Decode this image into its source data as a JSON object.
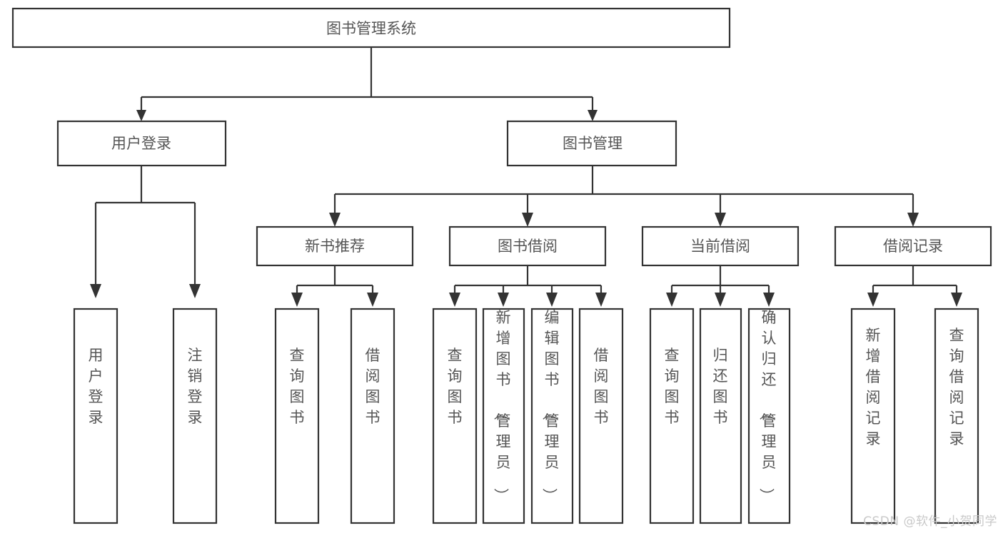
{
  "diagram": {
    "title": "图书管理系统",
    "type": "tree",
    "orientation": "top-down",
    "colors": {
      "box_stroke": "#333333",
      "box_fill": "#ffffff",
      "label_text": "#555555",
      "connector": "#333333",
      "watermark": "#c9c9c9",
      "background": "#ffffff"
    },
    "levels": {
      "root": {
        "label": "图书管理系统"
      },
      "level2": [
        {
          "label": "用户登录"
        },
        {
          "label": "图书管理"
        }
      ],
      "level3": [
        {
          "label": "新书推荐"
        },
        {
          "label": "图书借阅"
        },
        {
          "label": "当前借阅"
        },
        {
          "label": "借阅记录"
        }
      ],
      "leaves": {
        "user_login": [
          {
            "label": "用户登录"
          },
          {
            "label": "注销登录"
          }
        ],
        "new_book_recommend": [
          {
            "label": "查询图书"
          },
          {
            "label": "借阅图书"
          }
        ],
        "book_borrow": [
          {
            "label": "查询图书"
          },
          {
            "label": "新增图书（管理员）"
          },
          {
            "label": "编辑图书（管理员）"
          },
          {
            "label": "借阅图书"
          }
        ],
        "current_borrow": [
          {
            "label": "查询图书"
          },
          {
            "label": "归还图书"
          },
          {
            "label": "确认归还（管理员）"
          }
        ],
        "borrow_record": [
          {
            "label": "新增借阅记录"
          },
          {
            "label": "查询借阅记录"
          }
        ]
      }
    }
  },
  "watermark": {
    "text": "CSDN @软件_小贺同学"
  }
}
